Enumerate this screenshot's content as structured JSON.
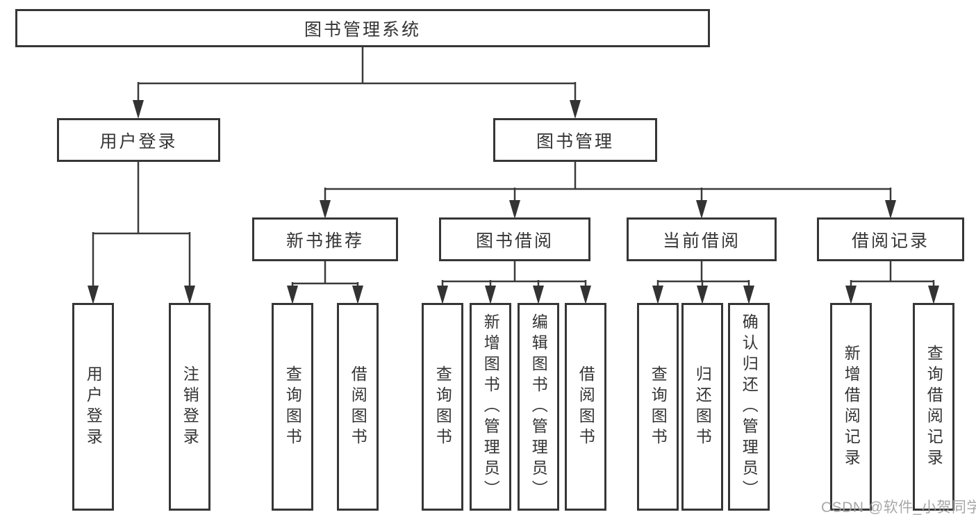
{
  "tree": {
    "root": "图书管理系统",
    "branches": [
      {
        "label": "用户登录",
        "leaves": [
          "用户登录",
          "注销登录"
        ]
      },
      {
        "label": "图书管理",
        "groups": [
          {
            "label": "新书推荐",
            "leaves": [
              "查询图书",
              "借阅图书"
            ]
          },
          {
            "label": "图书借阅",
            "leaves": [
              "查询图书",
              "新增图书（管理员）",
              "编辑图书（管理员）",
              "借阅图书"
            ]
          },
          {
            "label": "当前借阅",
            "leaves": [
              "查询图书",
              "归还图书",
              "确认归还（管理员）"
            ]
          },
          {
            "label": "借阅记录",
            "leaves": [
              "新增借阅记录",
              "查询借阅记录"
            ]
          }
        ]
      }
    ]
  },
  "watermark": "CSDN @软件_小贺同学",
  "colors": {
    "background": "#ffffff",
    "box_border": "#363636",
    "line": "#3a3a3a",
    "text": "#343434",
    "watermark": "#9e9e9e"
  }
}
